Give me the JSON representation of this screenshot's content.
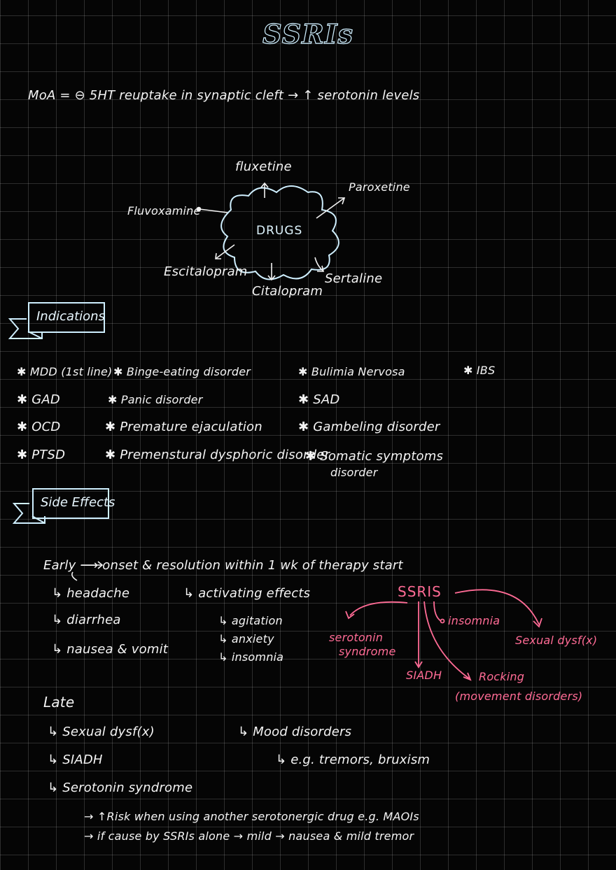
{
  "title": "SSRIs",
  "moa": "MoA = ⊖ 5HT  reuptake in synaptic cleft → ↑ serotonin levels",
  "drugs": {
    "center": "DRUGS",
    "fluoxetine": "fluxetine",
    "paroxetine": "Paroxetine",
    "fluvoxamine": "Fluvoxamine",
    "escitalopram": "Escitalopram",
    "citalopram": "Citalopram",
    "sertraline": "Sertaline"
  },
  "indications": {
    "heading": "Indications",
    "items": [
      "✱ MDD (1st line)",
      "✱ Binge-eating disorder",
      "✱ Bulimia Nervosa",
      "✱ IBS",
      "✱ GAD",
      "✱ Panic disorder",
      "✱ SAD",
      "✱ OCD",
      "✱ Premature ejaculation",
      "✱ Gambeling disorder",
      "✱ PTSD",
      "✱ Premenstural dysphoric disorder",
      "✱ Somatic symptoms",
      "disorder"
    ]
  },
  "side_effects": {
    "heading": "Side Effects",
    "early_line": "Early ⟶ onset & resolution within 1 wk of therapy start",
    "early_items": [
      "↳ headache",
      "↳ diarrhea",
      "↳ nausea & vomit"
    ],
    "activating": "↳ activating effects",
    "activating_items": [
      "↳ agitation",
      "↳ anxiety",
      "↳ insomnia"
    ],
    "late": "Late",
    "late_items": [
      "↳ Sexual dysf(x)",
      "↳ SIADH",
      "↳ Serotonin syndrome"
    ],
    "mood": "↳ Mood disorders",
    "mood_example": "↳ e.g. tremors, bruxism",
    "risk_line": "→ ↑Risk when using another serotonergic drug e.g. MAOIs",
    "alone_line": "→ if cause by SSRIs alone → mild → nausea & mild tremor"
  },
  "ssris_map": {
    "center": "SSRIS",
    "serotonin": "serotonin",
    "syndrome": "syndrome",
    "insomnia": "insomnia",
    "sexual": "Sexual dysf(x)",
    "siadh": "SIADH",
    "rocking": "Rocking",
    "movement": "(movement disorders)"
  },
  "colors": {
    "background": "#050505",
    "ink": "#f4f4f4",
    "accent_blue": "#cfefff",
    "accent_pink": "#ff6b95"
  }
}
